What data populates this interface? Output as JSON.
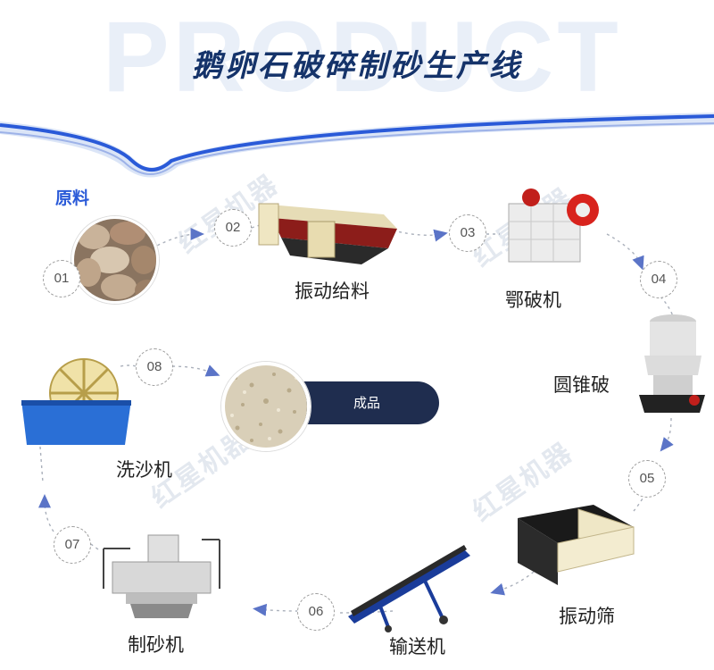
{
  "background_word": "PRODUCT",
  "title": "鹅卵石破碎制砂生产线",
  "raw_material_label": "原料",
  "watermark": "红星机器",
  "colors": {
    "title": "#15336a",
    "accent_blue": "#2a5ad8",
    "pill": "#1f2d4f",
    "arrow": "#5b74c7"
  },
  "steps": [
    {
      "number": "01",
      "icon": "pebble-stones-icon"
    },
    {
      "number": "02",
      "label": "振动给料",
      "icon": "vibrating-feeder-icon"
    },
    {
      "number": "03",
      "label": "鄂破机",
      "icon": "jaw-crusher-icon"
    },
    {
      "number": "04",
      "label": "圆锥破",
      "icon": "cone-crusher-icon"
    },
    {
      "number": "05",
      "label": "振动筛",
      "icon": "vibrating-screen-icon"
    },
    {
      "number": "06",
      "label": "输送机",
      "icon": "belt-conveyor-icon"
    },
    {
      "number": "07",
      "label": "制砂机",
      "icon": "sand-making-machine-icon"
    },
    {
      "number": "08",
      "label": "洗沙机",
      "icon": "sand-washer-icon"
    }
  ],
  "final_product": {
    "label": "成品",
    "icon": "sand-pile-icon"
  }
}
